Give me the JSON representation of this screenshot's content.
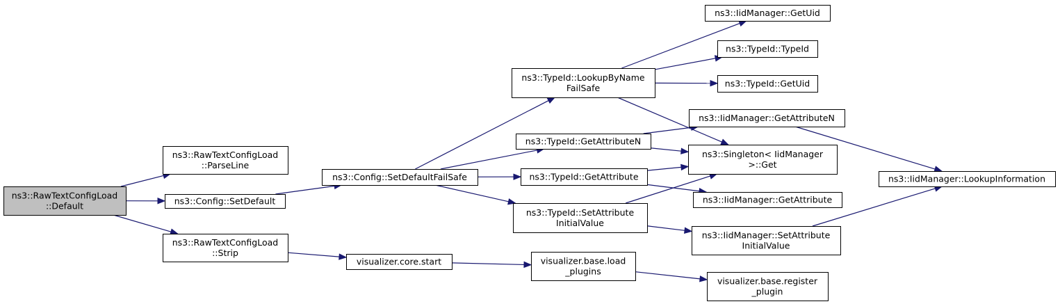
{
  "colors": {
    "edge": "#191970",
    "node_fill": "#ffffff",
    "root_fill": "#bfbfbf",
    "border": "#000000"
  },
  "nodes": [
    {
      "id": "raw_default",
      "lines": [
        "ns3::RawTextConfigLoad",
        "::Default"
      ],
      "highlighted": true
    },
    {
      "id": "raw_parseline",
      "lines": [
        "ns3::RawTextConfigLoad",
        "::ParseLine"
      ]
    },
    {
      "id": "config_setdefault",
      "lines": [
        "ns3::Config::SetDefault"
      ]
    },
    {
      "id": "raw_strip",
      "lines": [
        "ns3::RawTextConfigLoad",
        "::Strip"
      ]
    },
    {
      "id": "config_setdefaultfailsafe",
      "lines": [
        "ns3::Config::SetDefaultFailSafe"
      ]
    },
    {
      "id": "vis_core_start",
      "lines": [
        "visualizer.core.start"
      ]
    },
    {
      "id": "typeid_lookupbyname",
      "lines": [
        "ns3::TypeId::LookupByName",
        "FailSafe"
      ]
    },
    {
      "id": "typeid_getattributen",
      "lines": [
        "ns3::TypeId::GetAttributeN"
      ]
    },
    {
      "id": "typeid_getattribute",
      "lines": [
        "ns3::TypeId::GetAttribute"
      ]
    },
    {
      "id": "typeid_setattrinit",
      "lines": [
        "ns3::TypeId::SetAttribute",
        "InitialValue"
      ]
    },
    {
      "id": "vis_base_load",
      "lines": [
        "visualizer.base.load",
        "_plugins"
      ]
    },
    {
      "id": "iid_getuid",
      "lines": [
        "ns3::IidManager::GetUid"
      ]
    },
    {
      "id": "typeid_typeid",
      "lines": [
        "ns3::TypeId::TypeId"
      ]
    },
    {
      "id": "typeid_getuid",
      "lines": [
        "ns3::TypeId::GetUid"
      ]
    },
    {
      "id": "iid_getattributen",
      "lines": [
        "ns3::IidManager::GetAttributeN"
      ]
    },
    {
      "id": "singleton_get",
      "lines": [
        "ns3::Singleton< IidManager",
        " >::Get"
      ]
    },
    {
      "id": "iid_getattribute",
      "lines": [
        "ns3::IidManager::GetAttribute"
      ]
    },
    {
      "id": "iid_setattrinit",
      "lines": [
        "ns3::IidManager::SetAttribute",
        "InitialValue"
      ]
    },
    {
      "id": "vis_base_register",
      "lines": [
        "visualizer.base.register",
        "_plugin"
      ]
    },
    {
      "id": "iid_lookupinfo",
      "lines": [
        "ns3::IidManager::LookupInformation"
      ]
    }
  ],
  "edges": [
    {
      "from": "raw_default",
      "to": "raw_parseline"
    },
    {
      "from": "raw_default",
      "to": "config_setdefault"
    },
    {
      "from": "raw_default",
      "to": "raw_strip"
    },
    {
      "from": "config_setdefault",
      "to": "config_setdefaultfailsafe"
    },
    {
      "from": "raw_strip",
      "to": "vis_core_start"
    },
    {
      "from": "config_setdefaultfailsafe",
      "to": "typeid_lookupbyname"
    },
    {
      "from": "config_setdefaultfailsafe",
      "to": "typeid_getattributen"
    },
    {
      "from": "config_setdefaultfailsafe",
      "to": "typeid_getattribute"
    },
    {
      "from": "config_setdefaultfailsafe",
      "to": "typeid_setattrinit"
    },
    {
      "from": "vis_core_start",
      "to": "vis_base_load"
    },
    {
      "from": "typeid_lookupbyname",
      "to": "iid_getuid"
    },
    {
      "from": "typeid_lookupbyname",
      "to": "typeid_typeid"
    },
    {
      "from": "typeid_lookupbyname",
      "to": "typeid_getuid"
    },
    {
      "from": "typeid_lookupbyname",
      "to": "singleton_get"
    },
    {
      "from": "typeid_getattributen",
      "to": "iid_getattributen"
    },
    {
      "from": "typeid_getattributen",
      "to": "singleton_get"
    },
    {
      "from": "typeid_getattribute",
      "to": "singleton_get"
    },
    {
      "from": "typeid_getattribute",
      "to": "iid_getattribute"
    },
    {
      "from": "typeid_setattrinit",
      "to": "singleton_get"
    },
    {
      "from": "typeid_setattrinit",
      "to": "iid_setattrinit"
    },
    {
      "from": "iid_getattributen",
      "to": "iid_lookupinfo"
    },
    {
      "from": "iid_setattrinit",
      "to": "iid_lookupinfo"
    },
    {
      "from": "vis_base_load",
      "to": "vis_base_register"
    }
  ]
}
